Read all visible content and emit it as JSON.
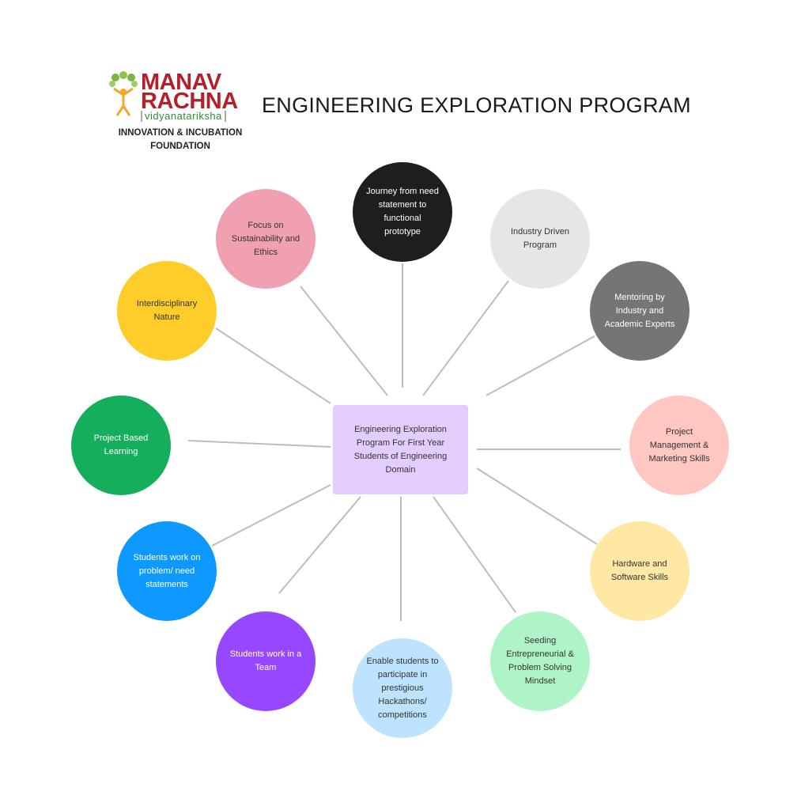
{
  "logo": {
    "brand_line1": "MANAV",
    "brand_line2": "RACHNA",
    "tagline": "vidyanatariksha",
    "foundation_line1": "INNOVATION & INCUBATION",
    "foundation_line2": "FOUNDATION",
    "colors": {
      "brand": "#b3202a",
      "tagline": "#2e8b3a",
      "tree": "#7cb342",
      "figure": "#f4a62a"
    }
  },
  "header": {
    "title": "ENGINEERING EXPLORATION PROGRAM"
  },
  "center": {
    "text": "Engineering Exploration Program For First Year Students of Engineering Domain",
    "color": "#e2cdfc"
  },
  "connector_color": "#bdbdbd",
  "nodes": [
    {
      "id": "journey",
      "text": "Journey from need statement to functional prototype",
      "bg": "#1e1e1e",
      "fg": "#ffffff"
    },
    {
      "id": "industry-driven",
      "text": "Industry Driven Program",
      "bg": "#e6e6e6",
      "fg": "#333333"
    },
    {
      "id": "mentoring",
      "text": "Mentoring by Industry and Academic Experts",
      "bg": "#757575",
      "fg": "#ffffff"
    },
    {
      "id": "project-management",
      "text": "Project Management & Marketing Skills",
      "bg": "#ffc7c2",
      "fg": "#333333"
    },
    {
      "id": "hardware-software",
      "text": "Hardware and Software Skills",
      "bg": "#ffe8a3",
      "fg": "#333333"
    },
    {
      "id": "entrepreneurial",
      "text": "Seeding Entrepreneurial & Problem Solving Mindset",
      "bg": "#aff4c6",
      "fg": "#333333"
    },
    {
      "id": "hackathons",
      "text": "Enable students to participate in prestigious Hackathons/ competitions",
      "bg": "#bde3ff",
      "fg": "#333333"
    },
    {
      "id": "team",
      "text": "Students work in a Team",
      "bg": "#9747ff",
      "fg": "#ffffff"
    },
    {
      "id": "problem-statements",
      "text": "Students work on problem/ need statements",
      "bg": "#0d99ff",
      "fg": "#ffffff"
    },
    {
      "id": "project-based",
      "text": "Project Based Learning",
      "bg": "#14ae5c",
      "fg": "#ffffff"
    },
    {
      "id": "interdisciplinary",
      "text": "Interdisciplinary Nature",
      "bg": "#ffcd29",
      "fg": "#333333"
    },
    {
      "id": "sustainability",
      "text": "Focus on Sustainability and Ethics",
      "bg": "#f0a0b0",
      "fg": "#333333"
    }
  ]
}
